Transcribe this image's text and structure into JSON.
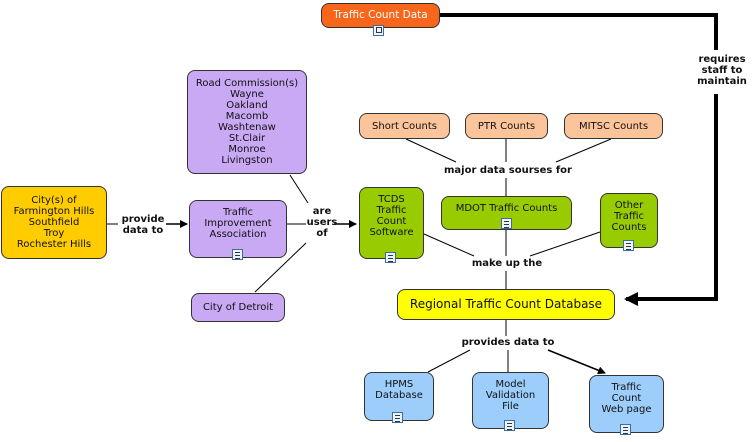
{
  "nodes": {
    "traffic_count_data": "Traffic Count Data",
    "road_commission": "Road Commission(s)\nWayne\nOakland\nMacomb\nWashtenaw\nSt.Clair\nMonroe\nLivingston",
    "cities": "City(s) of\nFarmington Hills\nSouthfield\nTroy\nRochester Hills",
    "tia": "Traffic\nImprovement\nAssociation",
    "city_of_detroit": "City of Detroit",
    "short_counts": "Short Counts",
    "ptr_counts": "PTR Counts",
    "mitsc_counts": "MITSC Counts",
    "tcds": "TCDS\nTraffic\nCount\nSoftware",
    "mdot": "MDOT Traffic Counts",
    "other": "Other\nTraffic\nCounts",
    "regional_db": "Regional Traffic Count Database",
    "hpms": "HPMS\nDatabase",
    "model_validation": "Model\nValidation\nFile",
    "web_page": "Traffic\nCount\nWeb page"
  },
  "links": {
    "requires_staff": "requires\nstaff to\nmaintain",
    "provide_data_to": "provide\ndata to",
    "are_users_of": "are\nusers\nof",
    "major_sources": "major data sourses for",
    "make_up": "make up the",
    "provides_data_to": "provides data to"
  },
  "colors": {
    "purple": "#c9a8f4",
    "orange": "#f7661a",
    "peach": "#fbc49a",
    "green": "#99cc00",
    "yellow": "#ffff00",
    "gold": "#ffcc00",
    "blue": "#9ccdfb"
  }
}
